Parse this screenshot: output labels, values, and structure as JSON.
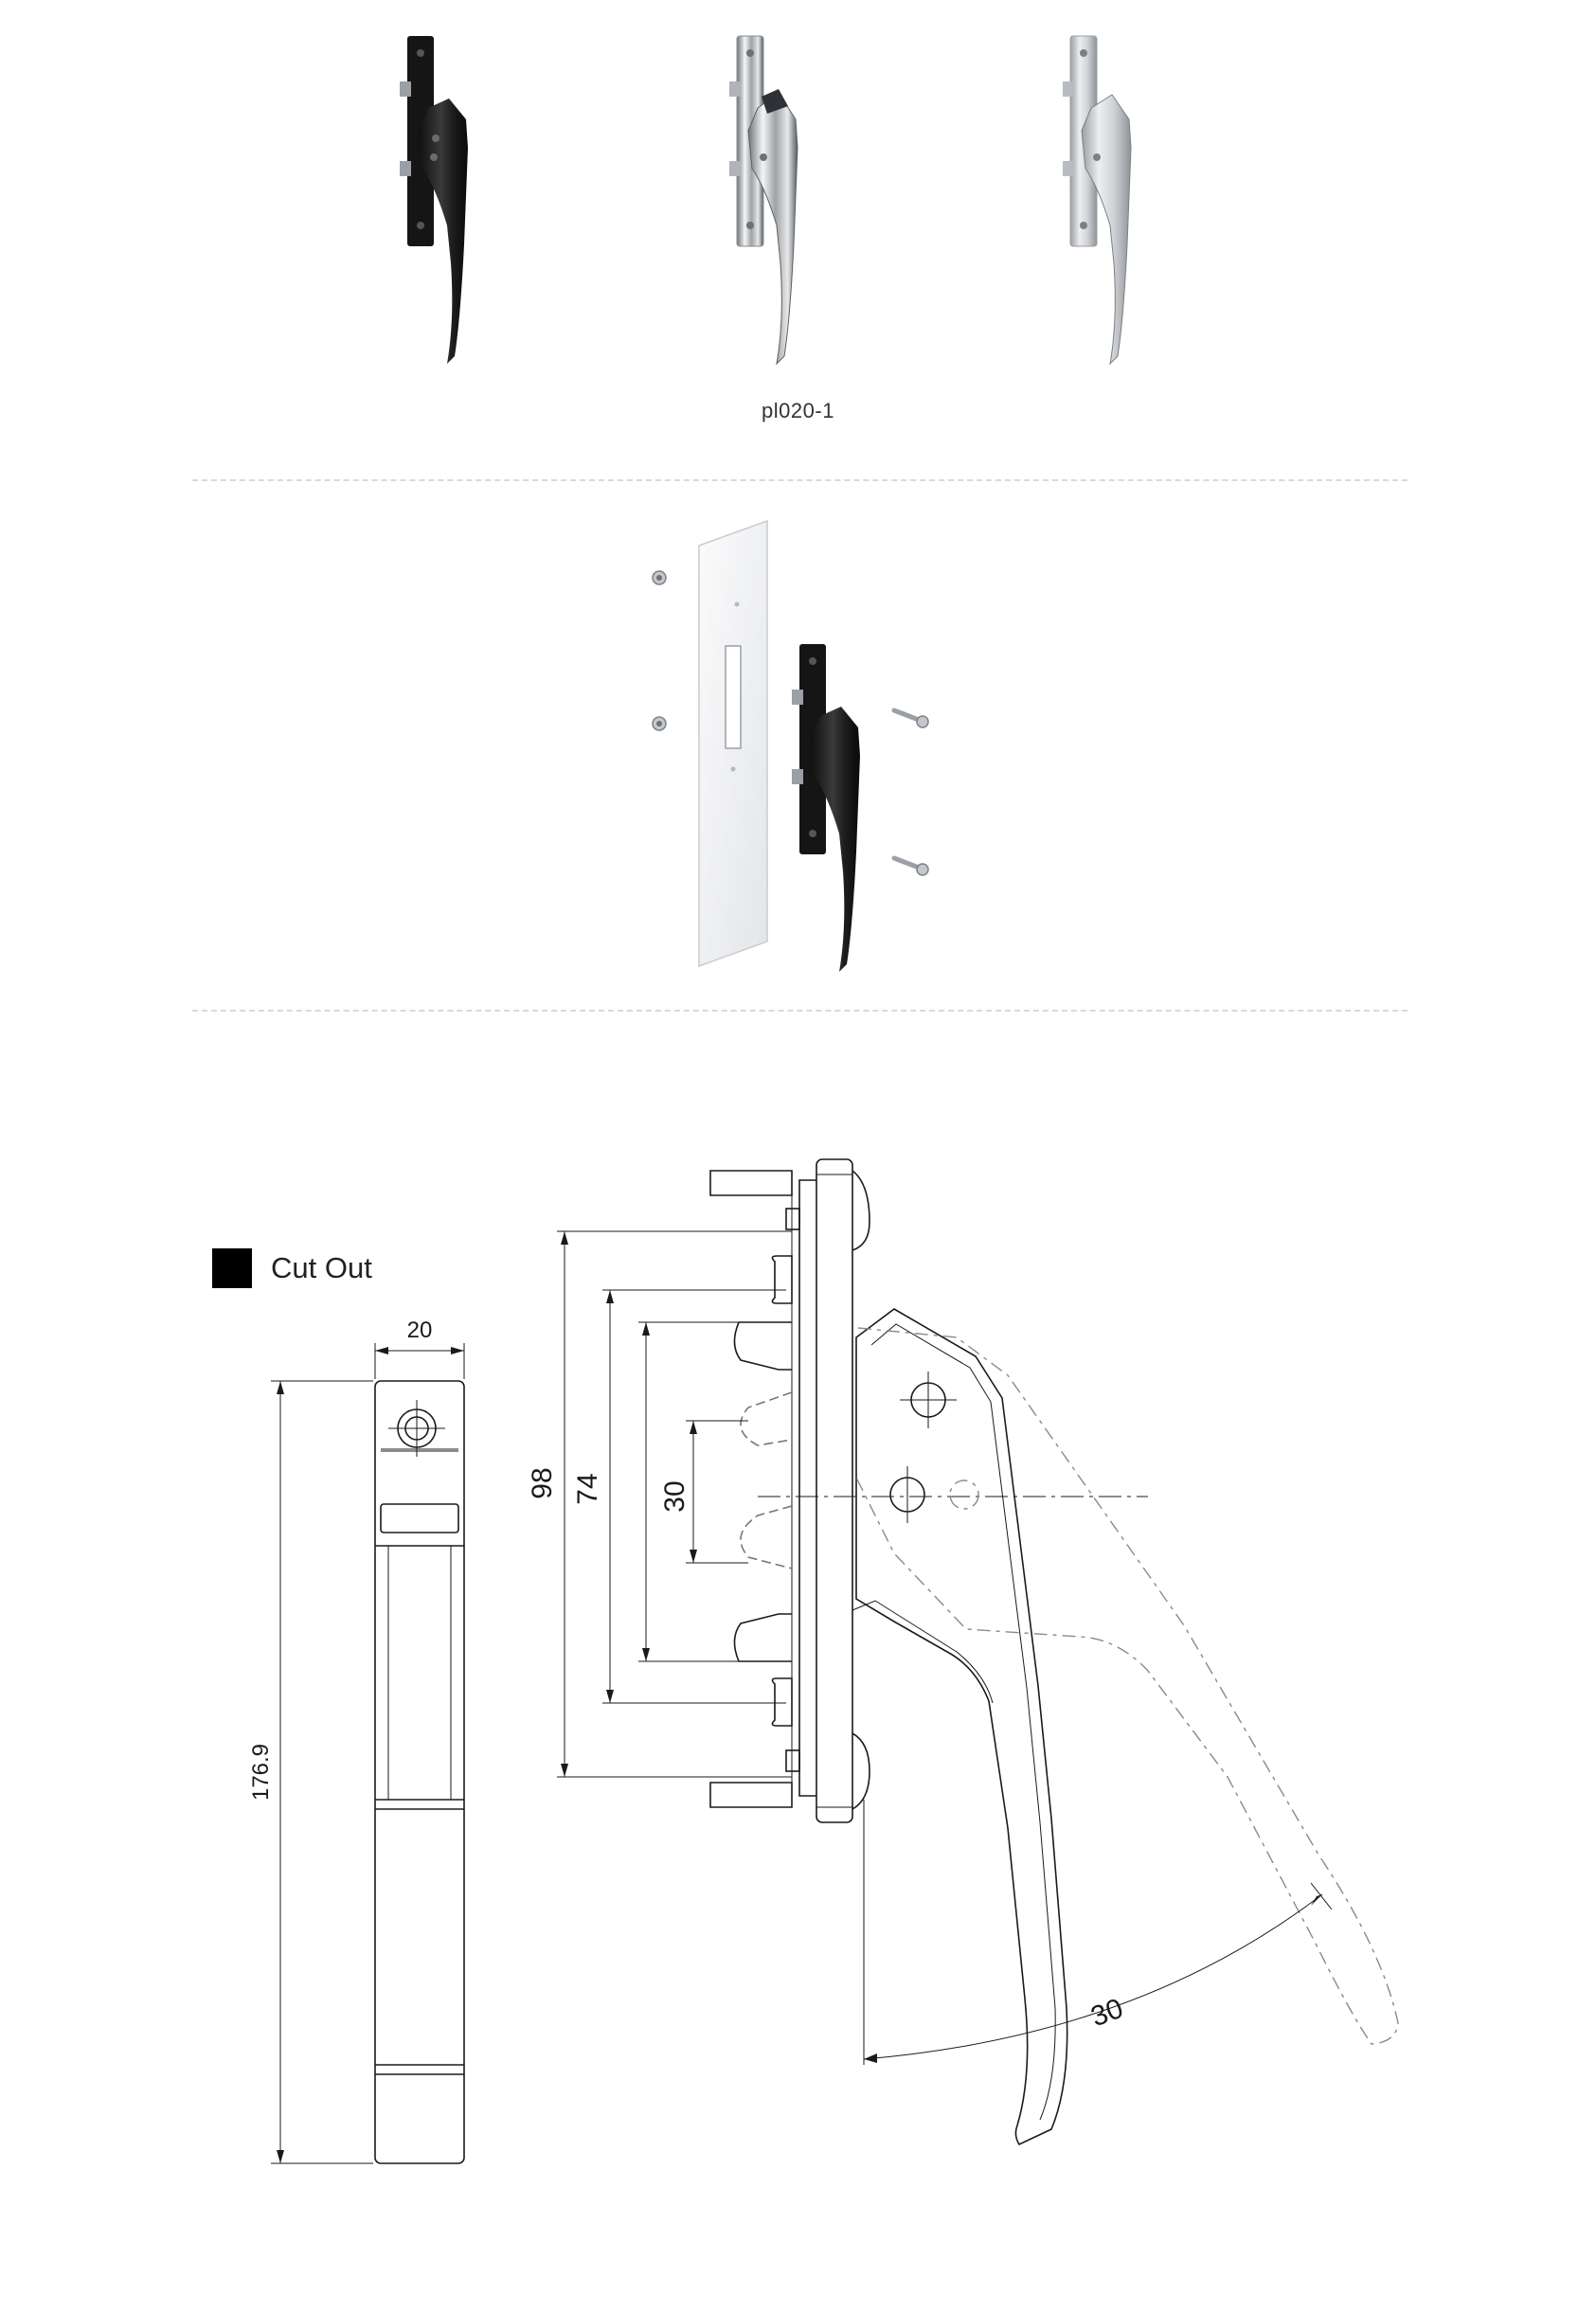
{
  "product": {
    "code": "pl020-1",
    "finishes": [
      {
        "name": "black",
        "body": "#2a2a2a",
        "body_dark": "#111111",
        "plate": "#1b1b1b",
        "highlight": "#5c5c5c"
      },
      {
        "name": "chrome",
        "body": "#d6d8da",
        "body_dark": "#7d8185",
        "plate": "#c8cbce",
        "highlight": "#ffffff"
      },
      {
        "name": "satin",
        "body": "#dcdee0",
        "body_dark": "#a5a9ad",
        "plate": "#d2d5d8",
        "highlight": "#f7f7f7"
      }
    ]
  },
  "legend": {
    "cutout_label": "Cut Out",
    "swatch_color": "#000000"
  },
  "dimensions": {
    "cutout_width": "20",
    "cutout_height": "176.9",
    "overall_length": "98",
    "mount_spacing": "74",
    "hole_spacing": "30",
    "rotation_angle": "30"
  },
  "colors": {
    "line": "#1a1a1a",
    "phantom": "#8a8a8a",
    "divider": "#d9d9d9",
    "plate_fill": "#f2f3f4"
  }
}
